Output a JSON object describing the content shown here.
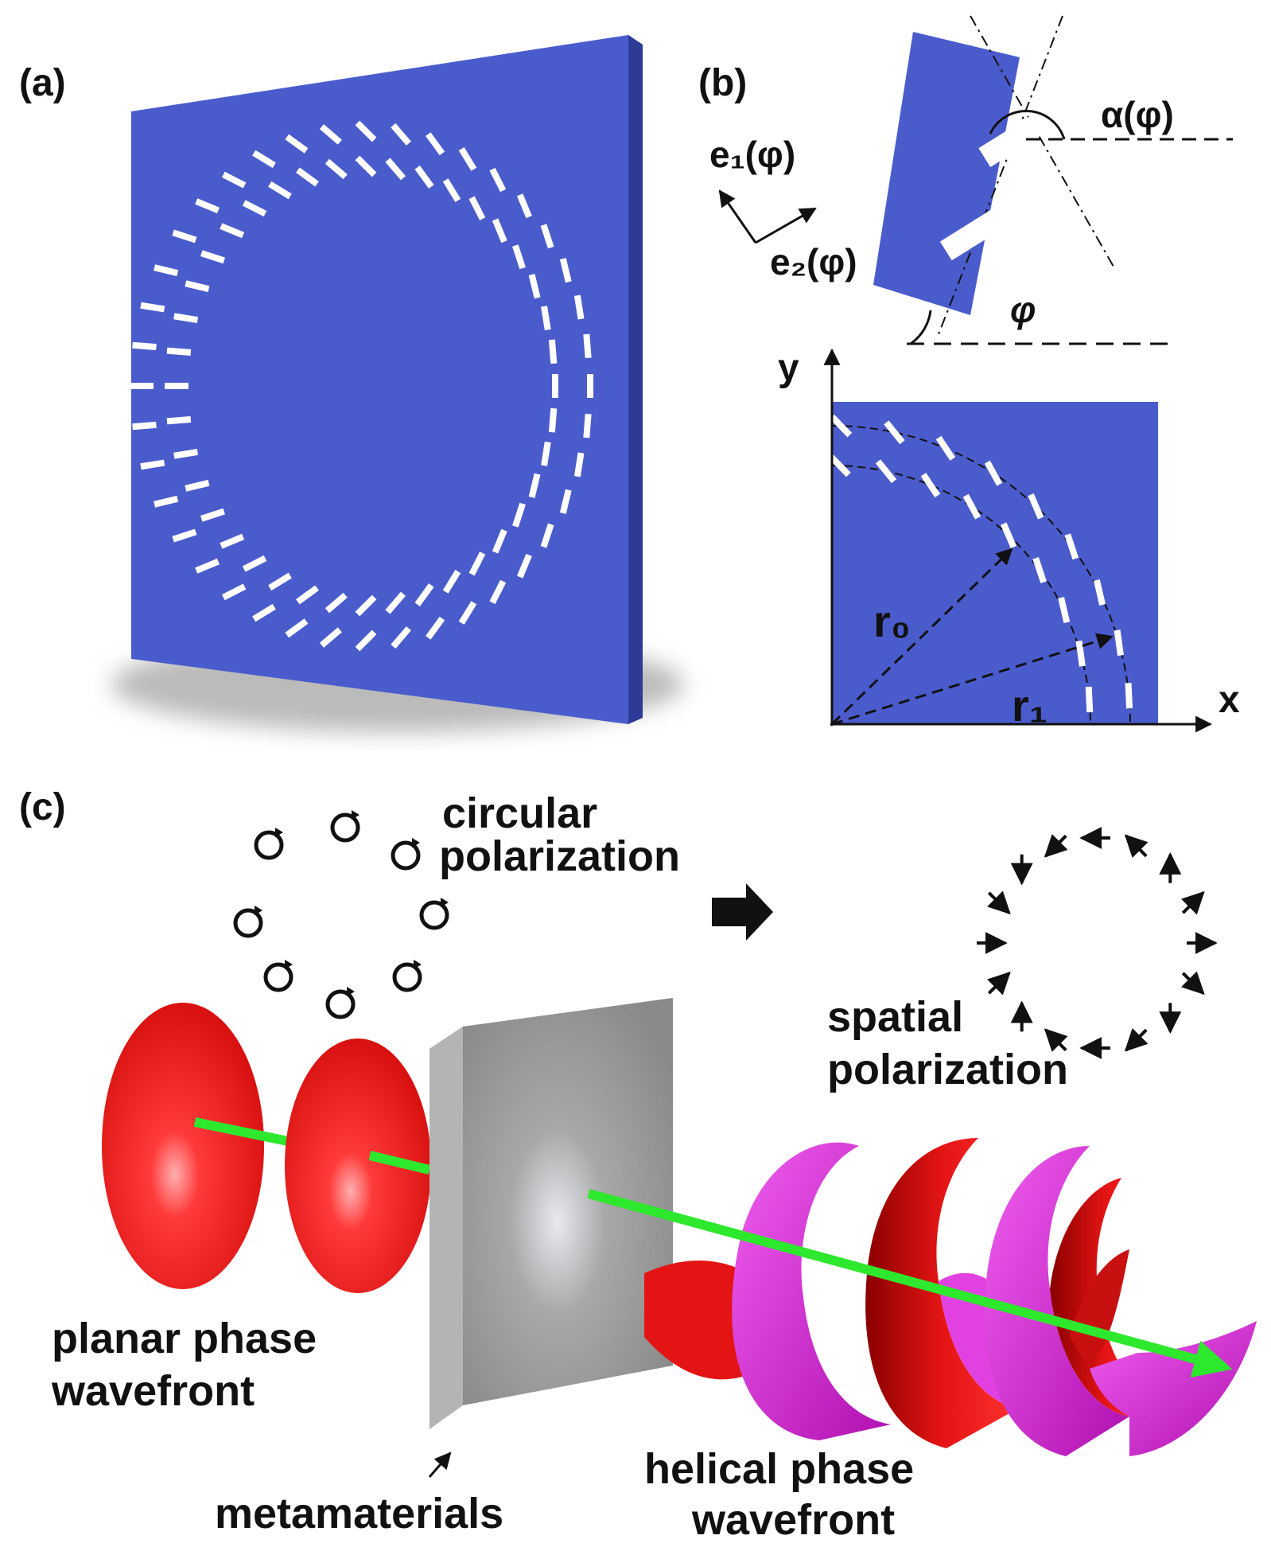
{
  "panel_a": {
    "label": "(a)"
  },
  "panel_b": {
    "label": "(b)",
    "e1": "e₁(φ)",
    "e2": "e₂(φ)",
    "alpha": "α(φ)",
    "phi": "φ",
    "y_axis": "y",
    "x_axis": "x",
    "r0": "r₀",
    "r1": "r₁"
  },
  "panel_c": {
    "label": "(c)",
    "circular_polarization": [
      "circular",
      "polarization"
    ],
    "spatial_polarization": [
      "spatial",
      "polarization"
    ],
    "planar_phase_wavefront": [
      "planar phase",
      "wavefront"
    ],
    "metamaterials": "metamaterials",
    "helical_phase_wavefront": [
      "helical phase",
      "wavefront"
    ]
  },
  "colors": {
    "slab_blue": "#4a5ccc",
    "slab_blue_dark": "#2d3a96",
    "slit": "#ffffff",
    "wavefront_red": "#ee1c1c",
    "helix_magenta": "#d41ed4",
    "beam_green": "#2ee82e",
    "metamaterial_gray": "#9a9a9a"
  }
}
